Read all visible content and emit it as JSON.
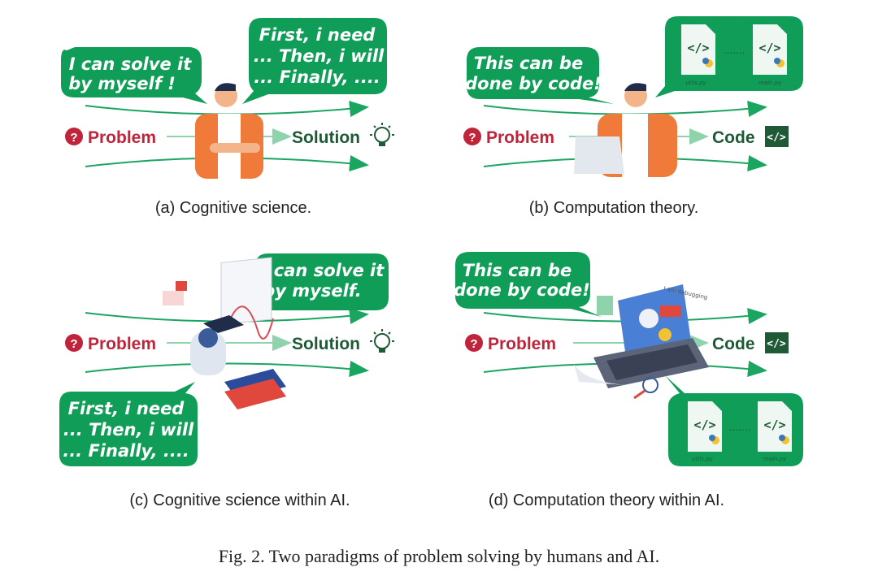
{
  "colors": {
    "bubble_green": "#0f9d58",
    "arrow_green": "#1aa561",
    "problem_red": "#c0243a",
    "person_orange": "#f07a3a"
  },
  "panels": {
    "a": {
      "bubble_left": [
        "I can solve it",
        "by myself !"
      ],
      "bubble_right": [
        "First, i need",
        "... Then, i will",
        "... Finally, ...."
      ],
      "problem_label": "Problem",
      "target_label": "Solution",
      "target_icon": "lightbulb-icon",
      "caption": "(a) Cognitive science."
    },
    "b": {
      "bubble": [
        "This can be",
        "done by code!"
      ],
      "files": [
        "utils.py",
        "main.py"
      ],
      "dots": ".......",
      "problem_label": "Problem",
      "target_label": "Code",
      "target_icon": "code-badge-icon",
      "caption": "(b) Computation theory."
    },
    "c": {
      "bubble_right": [
        "I can solve it",
        "by myself."
      ],
      "bubble_left": [
        "First, i need",
        "... Then, i will",
        "... Finally, ...."
      ],
      "problem_label": "Problem",
      "target_label": "Solution",
      "target_icon": "lightbulb-icon",
      "caption": "(c) Cognitive science within AI."
    },
    "d": {
      "bubble": [
        "This can be",
        "done by code!"
      ],
      "files": [
        "utils.py",
        "main.py"
      ],
      "dots": ".......",
      "screen_text": "I am debugging",
      "problem_label": "Problem",
      "target_label": "Code",
      "target_icon": "code-badge-icon",
      "caption": "(d) Computation theory within AI."
    }
  },
  "code_glyph": "</>",
  "figure_caption": "Fig. 2.  Two paradigms of problem solving by humans and AI."
}
